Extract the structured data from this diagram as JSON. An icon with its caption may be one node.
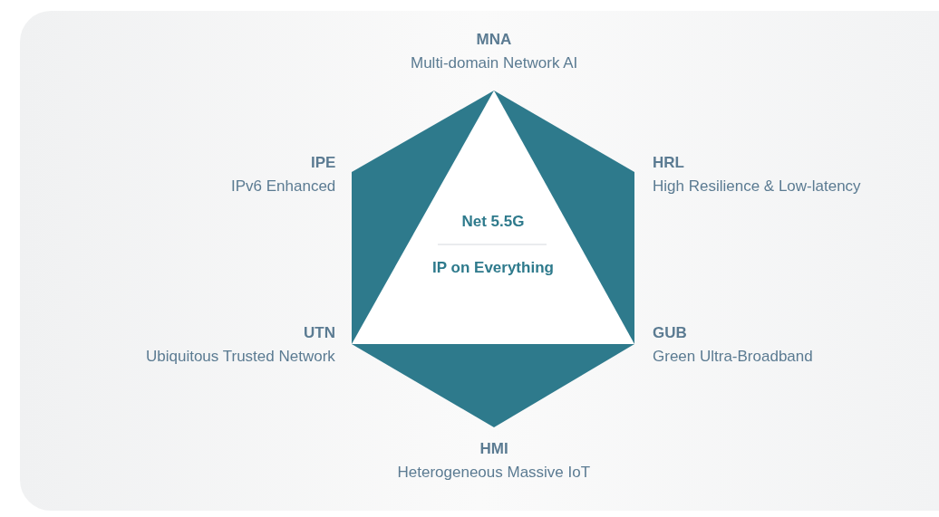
{
  "diagram": {
    "nodes": [
      {
        "text": [
          "Net 5.5G",
          "IP on Everything"
        ]
      }
    ],
    "labels": [
      "MNA",
      "Multi-domain Network AI",
      "IPE",
      "IPv6 Enhanced",
      "HRL",
      "High Resilience & Low-latency",
      "UTN",
      "Ubiquitous Trusted Network",
      "GUB",
      "Green Ultra-Broadband",
      "HMI",
      "Heterogeneous Massive IoT"
    ]
  }
}
